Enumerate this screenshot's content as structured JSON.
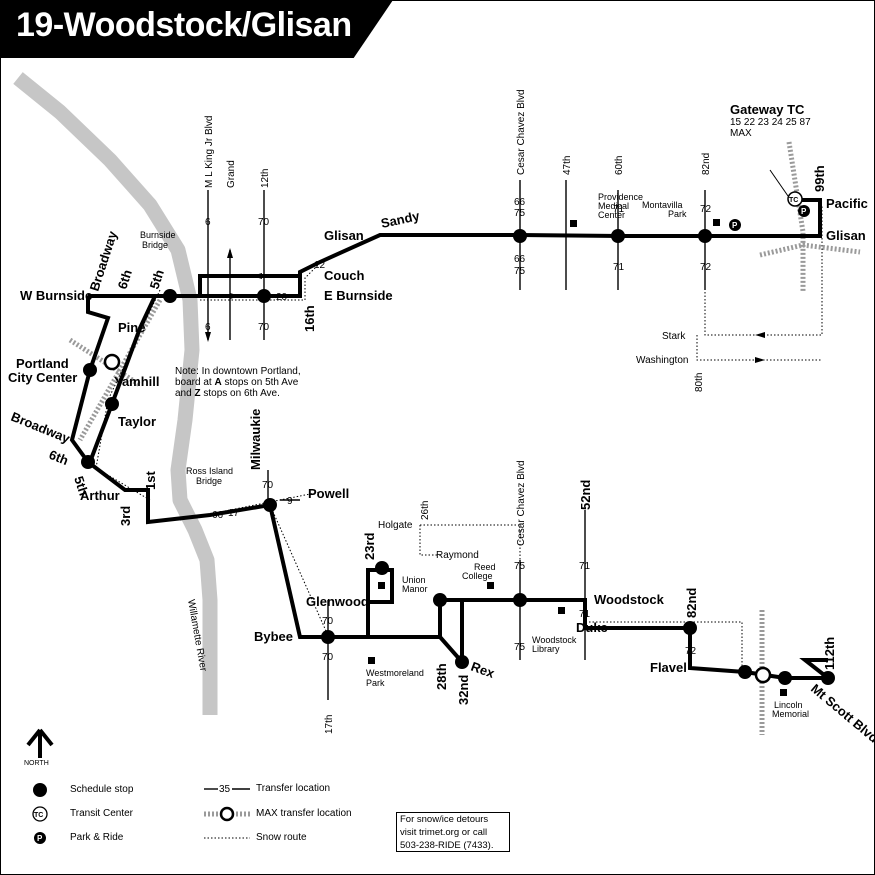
{
  "title": "19-Woodstock/Glisan",
  "legend": {
    "schedule_stop": "Schedule stop",
    "transit_center": "Transit Center",
    "park_ride": "Park & Ride",
    "transfer_location": "Transfer location",
    "transfer_example": "35",
    "max_transfer": "MAX transfer location",
    "snow_route": "Snow route",
    "north": "NORTH",
    "tc_symbol": "TC",
    "p_symbol": "P"
  },
  "snow_note": [
    "For snow/ice detours",
    "visit trimet.org or call",
    "503-238-RIDE (7433)."
  ],
  "downtown_note": [
    "Note: In downtown Portland,",
    "stops on 5th Ave",
    "stops on 6th Ave."
  ],
  "downtown_note_a": "board at",
  "downtown_note_letters": [
    "A",
    "Z"
  ],
  "downtown_note_and": "and",
  "gateway": {
    "name": "Gateway TC",
    "routes": "15 22 23 24 25 87",
    "max": "MAX"
  },
  "river": "Willamette River",
  "streets": {
    "glisan": "Glisan",
    "sandy": "Sandy",
    "couch": "Couch",
    "e_burnside": "E Burnside",
    "w_burnside": "W Burnside",
    "broadway_top": "Broadway",
    "sixth_top": "6th",
    "fifth_top": "5th",
    "pine": "Pine",
    "yamhill": "Yamhill",
    "taylor": "Taylor",
    "broadway_bottom": "Broadway",
    "sixth_bottom": "6th",
    "fifth_bottom": "5th",
    "arthur": "Arthur",
    "third": "3rd",
    "first": "1st",
    "sixteenth": "16th",
    "burnside_bridge": [
      "Burnside",
      "Bridge"
    ],
    "ross_island_bridge": [
      "Ross Island",
      "Bridge"
    ],
    "mlk": "M L King Jr Blvd",
    "grand": "Grand",
    "twelfth": "12th",
    "cesar_chavez_top": "Cesar Chavez Blvd",
    "fortyseventh": "47th",
    "sixtieth": "60th",
    "eightysecond_top": "82nd",
    "providence": [
      "Providence",
      "Medical",
      "Center"
    ],
    "montavilla": [
      "Montavilla",
      "Park"
    ],
    "pacific": "Pacific",
    "glisan_east": "Glisan",
    "ninetyninth": "99th",
    "stark": "Stark",
    "washington": "Washington",
    "eightieth": "80th",
    "portland_city_center": [
      "Portland",
      "City Center"
    ],
    "milwaukie": "Milwaukie",
    "powell": "Powell",
    "bybee": "Bybee",
    "glenwood": "Glenwood",
    "seventeenth": "17th",
    "twentythird": "23rd",
    "union_manor": [
      "Union",
      "Manor"
    ],
    "westmoreland": [
      "Westmoreland",
      "Park"
    ],
    "twentyeighth": "28th",
    "thirtysecond": "32nd",
    "rex": "Rex",
    "holgate": "Holgate",
    "twentysixth": "26th",
    "raymond": "Raymond",
    "reed": [
      "Reed",
      "College"
    ],
    "cesar_chavez_bottom": "Cesar Chavez Blvd",
    "fiftysecond": "52nd",
    "woodstock": "Woodstock",
    "duke": "Duke",
    "woodstock_library": [
      "Woodstock",
      "Library"
    ],
    "eightysecond_bottom": "82nd",
    "flavel": "Flavel",
    "lincoln": [
      "Lincoln",
      "Memorial"
    ],
    "mt_scott": "Mt Scott Blvd",
    "onetwelfth": "112th"
  },
  "transfer_routes": {
    "mlk_top": "6",
    "mlk_bottom": "6",
    "twelfth_top": "70",
    "twelfth_bottom": "70",
    "twenty": "20",
    "twelve_sandy": "12",
    "cc_66_top": "66",
    "cc_75_top": "75",
    "cc_66_bottom": "66",
    "cc_75_bottom": "75",
    "sixtieth_top": "71",
    "sixtieth_bottom": "71",
    "eightysecond_top": "72",
    "eightysecond_bottom": "72",
    "milwaukie_top": "70",
    "powell": "9",
    "ross_66": "66",
    "ross_17": "17",
    "glenwood_top": "70",
    "glenwood_bottom": "70",
    "cc_75_south_top": "75",
    "cc_75_south_bottom": "75",
    "fiftysecond_top": "71",
    "fiftysecond_bottom": "71",
    "eightysecond_south": "72"
  }
}
